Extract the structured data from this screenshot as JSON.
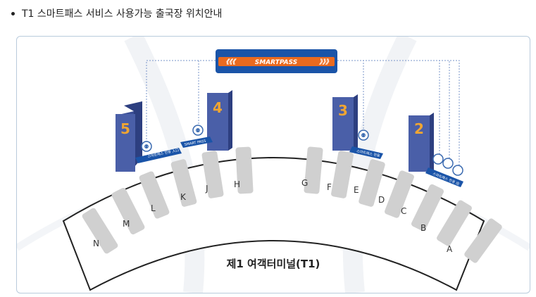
{
  "heading": {
    "text": "T1 스마트패스 서비스 사용가능 출국장 위치안내"
  },
  "terminal_label": "제1 여객터미널(T1)",
  "logo": {
    "text": "SMARTPASS",
    "arrows_left": "《《《",
    "arrows_right": "》》》"
  },
  "colors": {
    "pillar": "#4a5fa8",
    "logo_bg": "#1a54a8",
    "logo_stripe": "#ea6a1f",
    "gate_gray": "#d0d0d0",
    "pillar_number": "#f0a532"
  },
  "departures": [
    {
      "number": "5",
      "sign": "스마트패스 전용 入口"
    },
    {
      "number": "4",
      "sign": "SMART PASS"
    },
    {
      "number": "3",
      "sign": "스마트패스 전용"
    },
    {
      "number": "2",
      "sign": "스마트패스 전용 出"
    }
  ],
  "gates": [
    "N",
    "M",
    "L",
    "K",
    "J",
    "H",
    "G",
    "F",
    "E",
    "D",
    "C",
    "B",
    "A"
  ]
}
